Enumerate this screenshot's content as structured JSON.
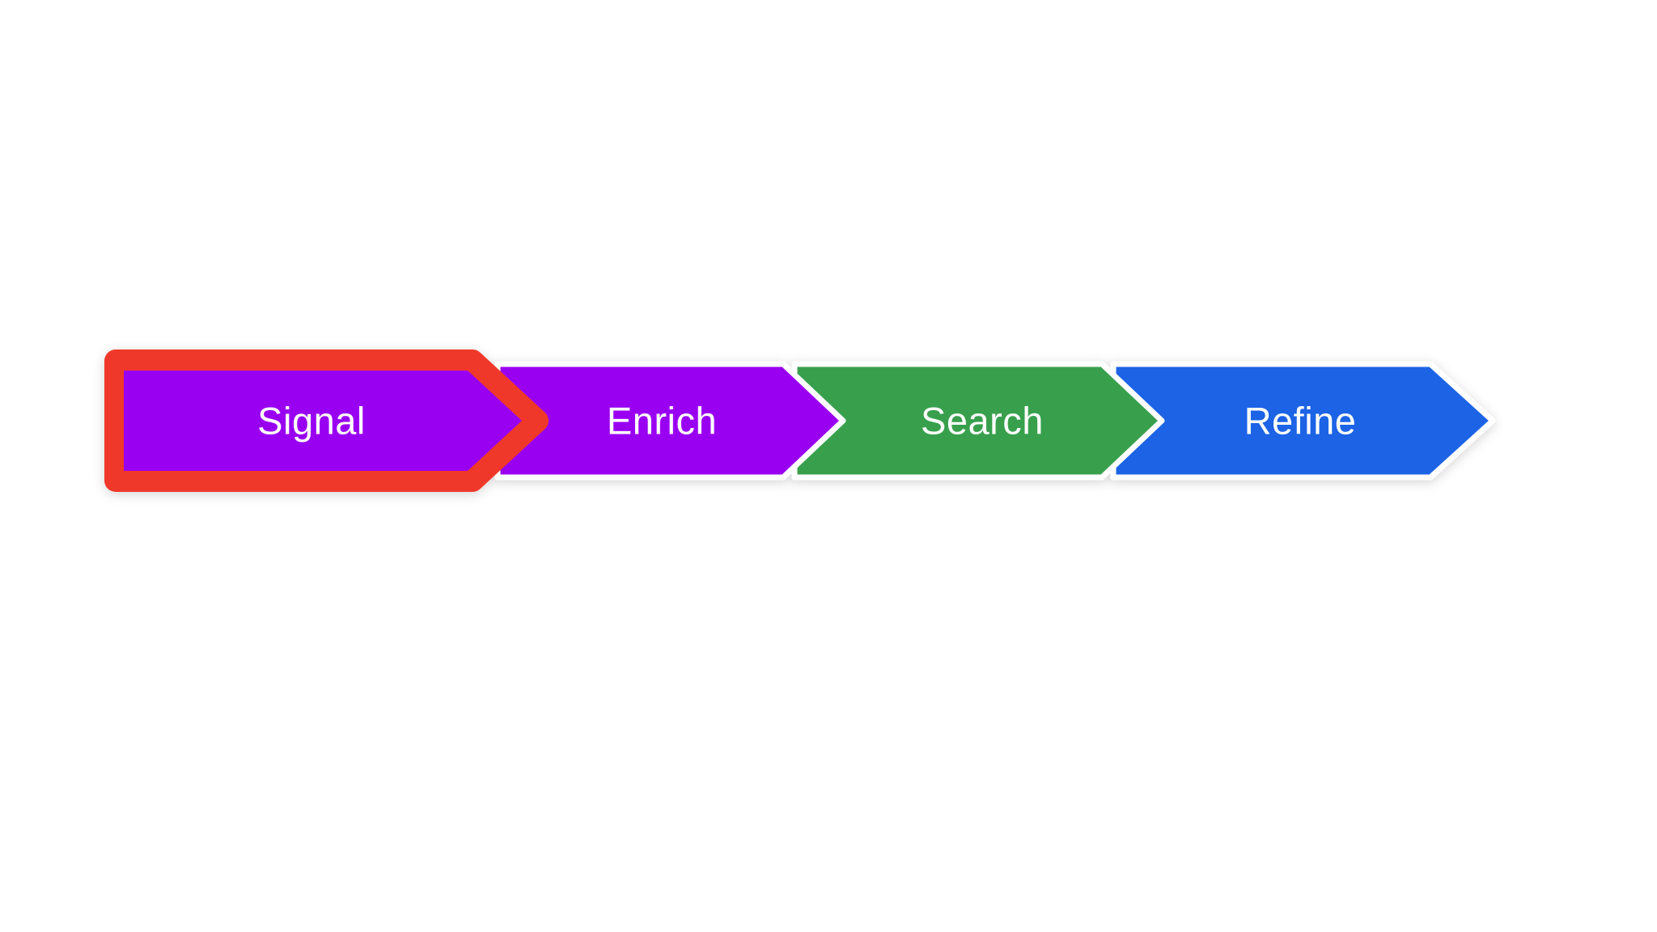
{
  "diagram": {
    "type": "process-flow-chevrons",
    "background_color": "#ffffff",
    "separator_color": "#ffffff",
    "steps": [
      {
        "label": "Signal",
        "fill": "#9903f2",
        "text_color": "#ffffff",
        "highlighted": true
      },
      {
        "label": "Enrich",
        "fill": "#9903f2",
        "text_color": "#ffffff",
        "highlighted": false
      },
      {
        "label": "Search",
        "fill": "#37a04e",
        "text_color": "#ffffff",
        "highlighted": false
      },
      {
        "label": "Refine",
        "fill": "#1a64e6",
        "text_color": "#ffffff",
        "highlighted": false
      }
    ],
    "highlight": {
      "target": "Signal",
      "color": "#f0392b",
      "style": "thick-rounded-outline"
    }
  }
}
